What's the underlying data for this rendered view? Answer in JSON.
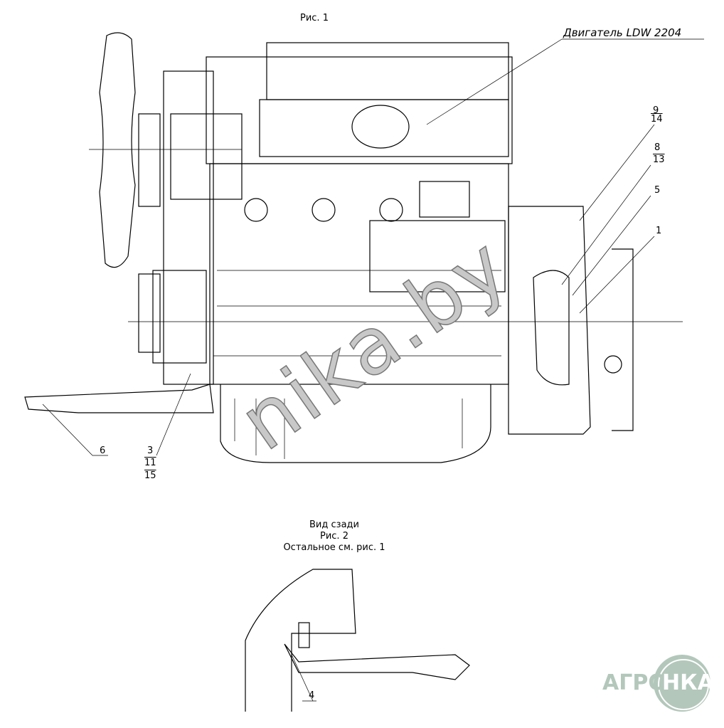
{
  "figure1": {
    "title": "Рис. 1",
    "engine_label": "Двигатель LDW 2204"
  },
  "callouts_fig1": {
    "c9": "9",
    "c14": "14",
    "c8": "8",
    "c13": "13",
    "c5": "5",
    "c1": "1",
    "c6": "6",
    "c3": "3",
    "c11": "11",
    "c15": "15"
  },
  "figure2": {
    "view": "Вид сзади",
    "title": "Рис. 2",
    "note": "Остальное см. рис. 1",
    "callout": "4"
  },
  "watermark": "nika.by",
  "logo": {
    "text_left": "АГРО",
    "text_right": "НКА",
    "color": "#b3c7bb"
  }
}
